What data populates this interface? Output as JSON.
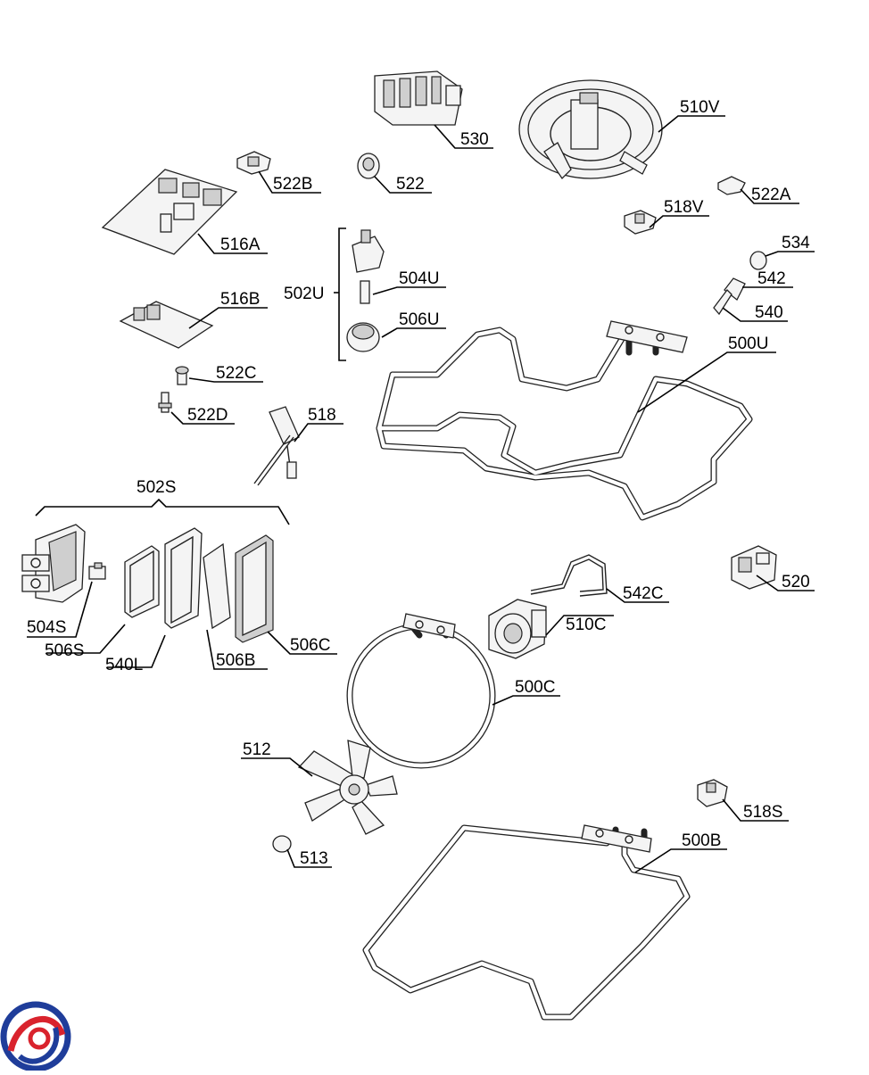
{
  "diagram": {
    "callouts": {
      "c530": "530",
      "c510v": "510V",
      "c522b": "522B",
      "c522": "522",
      "c516a": "516A",
      "c522a": "522A",
      "c518v": "518V",
      "c534": "534",
      "c542": "542",
      "c540": "540",
      "c502u": "502U",
      "c504u": "504U",
      "c506u": "506U",
      "c516b": "516B",
      "c500u": "500U",
      "c522c": "522C",
      "c522d": "522D",
      "c518": "518",
      "c502s": "502S",
      "c504s": "504S",
      "c506s": "506S",
      "c540l": "540L",
      "c506b": "506B",
      "c506c": "506C",
      "c520": "520",
      "c542c": "542C",
      "c510c": "510C",
      "c500c": "500C",
      "c512": "512",
      "c513": "513",
      "c518s": "518S",
      "c500b": "500B"
    },
    "logo": {
      "colors": {
        "blue": "#1f3d9a",
        "red": "#d9232d"
      }
    }
  }
}
